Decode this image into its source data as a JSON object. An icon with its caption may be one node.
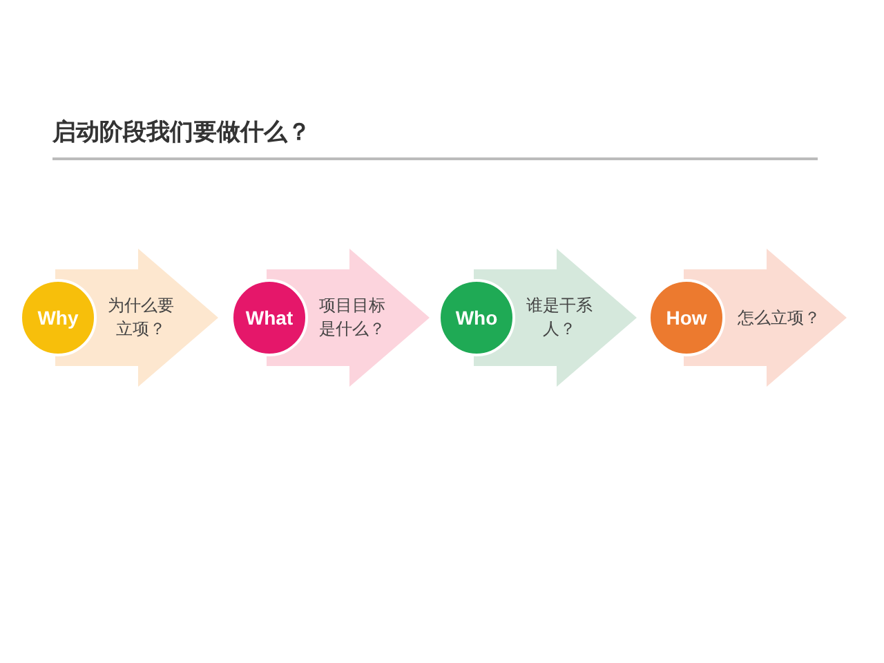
{
  "diagram": {
    "title": "启动阶段我们要做什么？",
    "nodes": [
      {
        "text": [
          "Why"
        ]
      },
      {
        "text": [
          "为什么要立项？"
        ]
      },
      {
        "text": [
          "What"
        ]
      },
      {
        "text": [
          "项目目标是什么？"
        ]
      },
      {
        "text": [
          "Who"
        ]
      },
      {
        "text": [
          "谁是干系人？"
        ]
      },
      {
        "text": [
          "How"
        ]
      },
      {
        "text": [
          "怎么立项？"
        ]
      }
    ]
  }
}
